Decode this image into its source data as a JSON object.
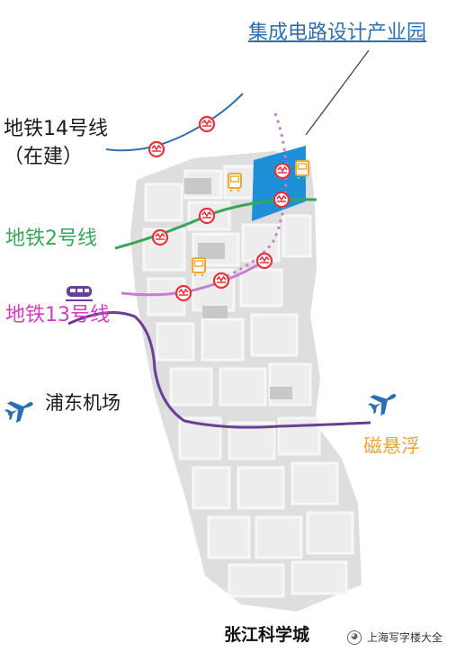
{
  "labels": {
    "park": "集成电路设计产业园",
    "line14": "地铁14号线",
    "line14_note": "（在建）",
    "line2": "地铁2号线",
    "line13": "地铁13号线",
    "airport": "浦东机场",
    "maglev": "磁悬浮",
    "district": "张江科学城",
    "watermark": "上海写字楼大全"
  },
  "colors": {
    "line14": "#2f6fae",
    "line2": "#3aa55a",
    "line13": "#c77fc6",
    "airport_route": "#6a3d96",
    "park_block": "#1e90d8",
    "metro_station": "#e8313a",
    "bus": "#f0a92d",
    "plane": "#2b6fb2",
    "map_base": "#dcdcdc"
  },
  "icons": {
    "metro": "metro-station-icon",
    "bus": "bus-stop-icon",
    "train": "train-icon",
    "plane": "airplane-icon",
    "watermark": "wechat-logo-icon"
  }
}
